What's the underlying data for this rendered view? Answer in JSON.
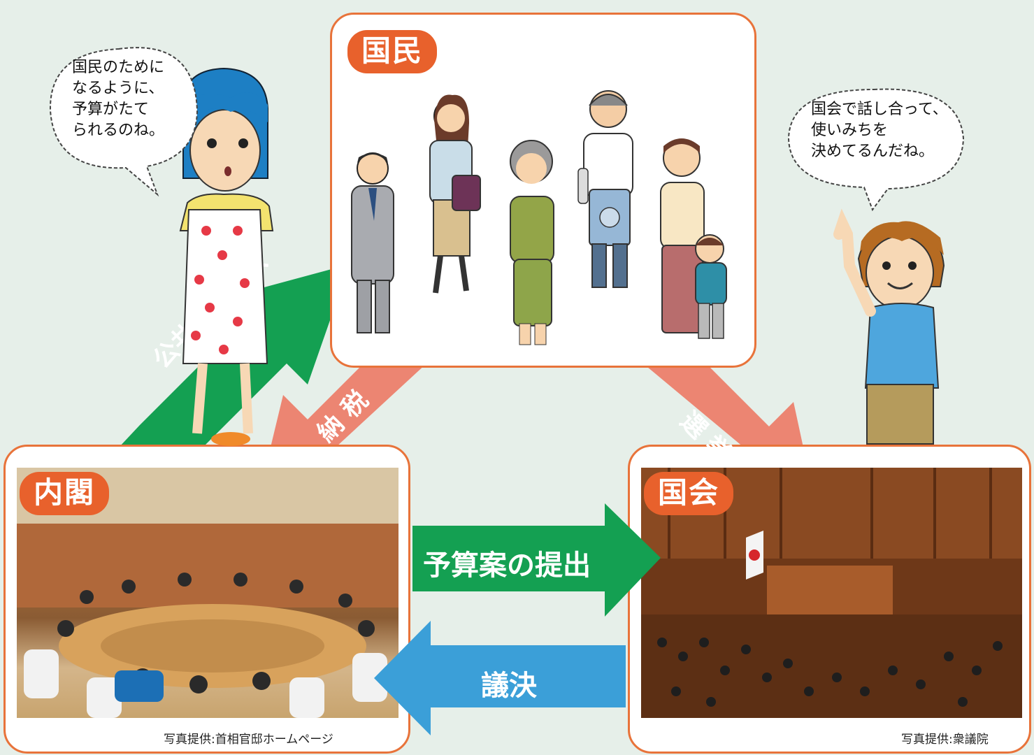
{
  "boxes": {
    "people": {
      "label": "国民"
    },
    "cabinet": {
      "label": "内閣",
      "credit": "写真提供:首相官邸ホームページ"
    },
    "diet": {
      "label": "国会",
      "credit": "写真提供:衆議院"
    }
  },
  "arrows": {
    "public_service": "公共サービス",
    "tax": "納 税",
    "election": "選 挙",
    "budget_submission": "予算案の提出",
    "resolution": "議決"
  },
  "bubbles": {
    "girl": "国民のために\nなるように、\n予算がたて\nられるのね。",
    "boy": "国会で話し合って、\n使いみちを\n決めてるんだね。"
  },
  "colors": {
    "background": "#e6efe9",
    "accent_orange": "#e8612c",
    "green": "#14a052",
    "salmon": "#ec8572",
    "blue": "#3b9fd8"
  }
}
